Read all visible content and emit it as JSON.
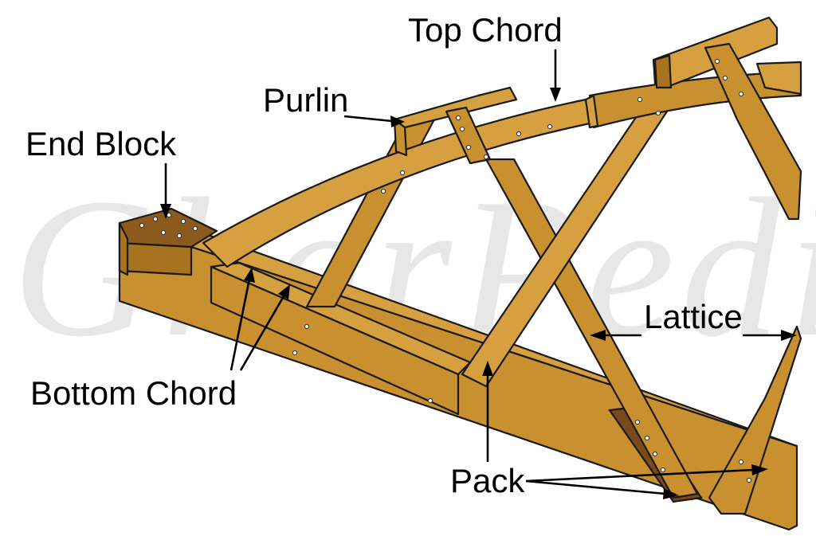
{
  "labels": {
    "top_chord": "Top Chord",
    "purlin": "Purlin",
    "end_block": "End Block",
    "bottom_chord": "Bottom Chord",
    "lattice": "Lattice",
    "pack": "Pack"
  },
  "watermark": "GharPedia",
  "colors": {
    "wood": "#c8902f",
    "wood_light": "#d6a040",
    "wood_dark": "#a8731e",
    "end_grain": "#8c5a1c",
    "pack": "#7a4a18"
  }
}
